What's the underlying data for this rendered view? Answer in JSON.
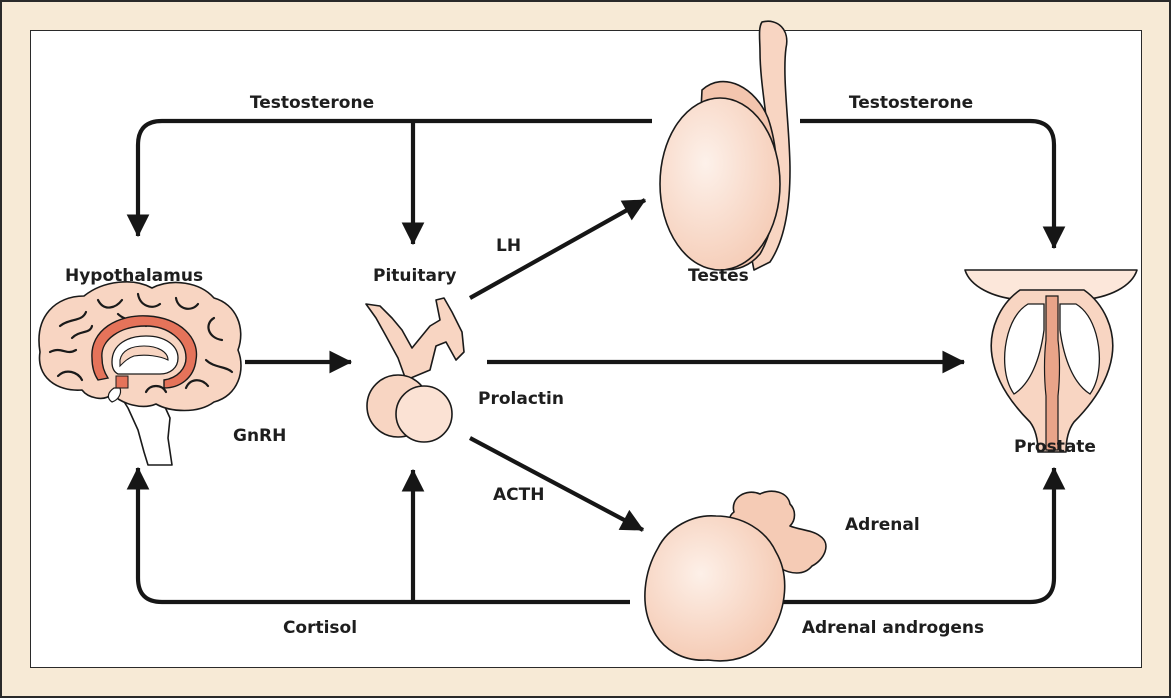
{
  "hormones": {
    "testosterone_feedback": "Testosterone",
    "testosterone_to_prostate": "Testosterone",
    "lh": "LH",
    "gnrh": "GnRH",
    "prolactin": "Prolactin",
    "acth": "ACTH",
    "cortisol": "Cortisol",
    "adrenal_androgens": "Adrenal androgens"
  },
  "organs": {
    "hypothalamus": "Hypothalamus",
    "pituitary": "Pituitary",
    "testes": "Testes",
    "prostate": "Prostate",
    "adrenal": "Adrenal"
  },
  "colors": {
    "organ_fill": "#f8d5c2",
    "organ_light": "#fce7da",
    "hypothalamus_accent": "#e5735a",
    "frame_background": "#f7ead6",
    "arrow": "#161616"
  }
}
